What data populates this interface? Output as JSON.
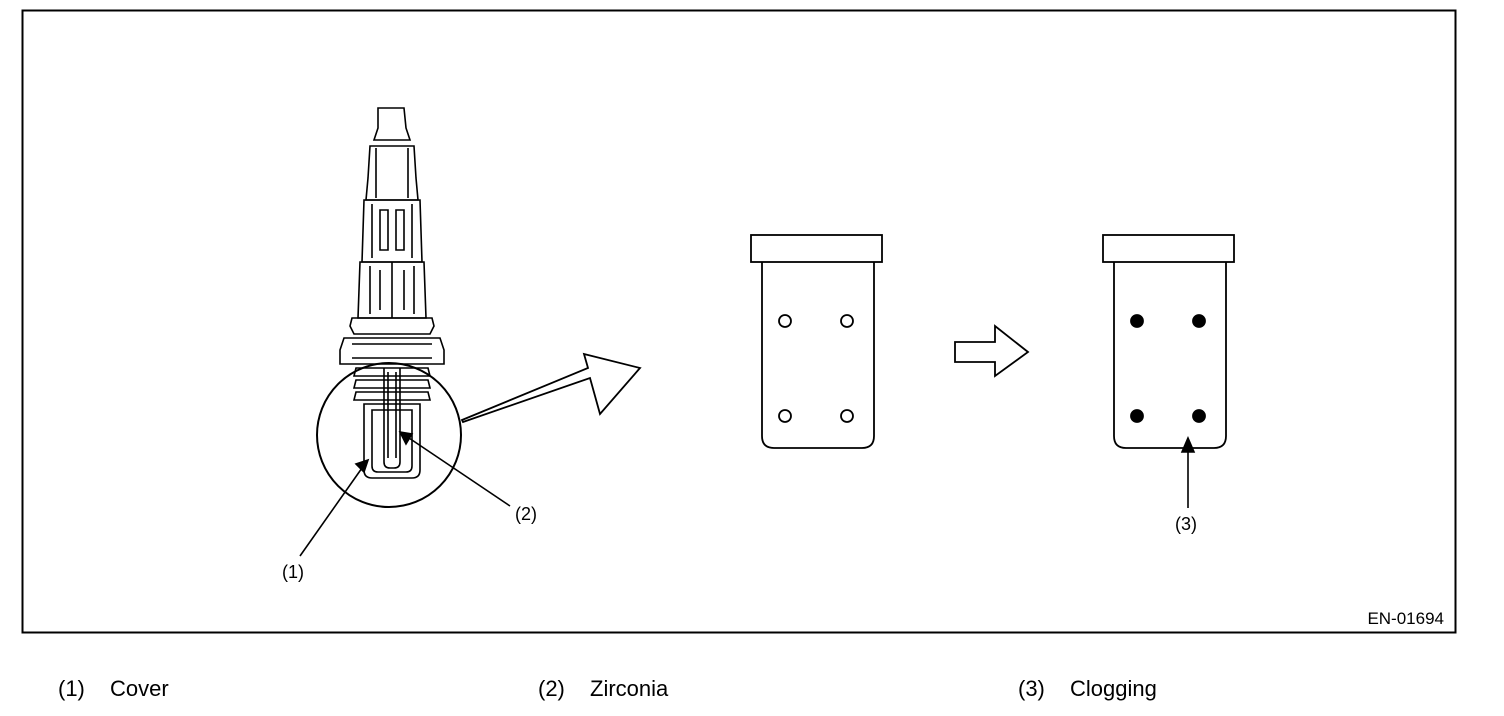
{
  "figure": {
    "code": "EN-01694",
    "callouts": [
      "(1)",
      "(2)",
      "(3)"
    ]
  },
  "legend": [
    {
      "number": "(1)",
      "label": "Cover"
    },
    {
      "number": "(2)",
      "label": "Zirconia"
    },
    {
      "number": "(3)",
      "label": "Clogging"
    }
  ]
}
